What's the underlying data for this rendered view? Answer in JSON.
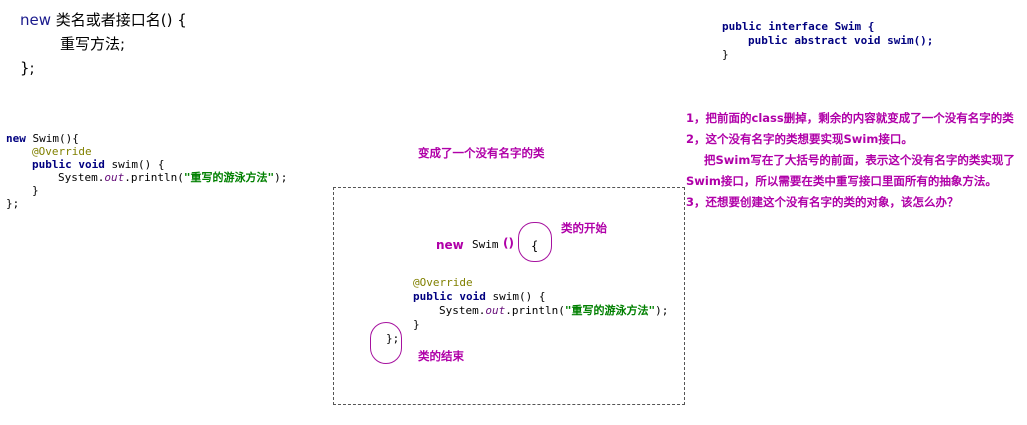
{
  "syntax": {
    "line1_kw": "new",
    "line1_rest": "类名或者接口名() {",
    "line2": "重写方法;",
    "line3": "};"
  },
  "interface_code": {
    "line1": "public interface Swim {",
    "line2": "public abstract void swim();",
    "line3": "}"
  },
  "left_code": {
    "line1_kw": "new",
    "line1_rest": " Swim(){",
    "line2": "@Override",
    "line3_kw1": "public",
    "line3_kw2": "void",
    "line3_rest": " swim() {",
    "line4_a": "System.",
    "line4_out": "out",
    "line4_b": ".println(",
    "line4_str": "\"重写的游泳方法\"",
    "line4_c": ");",
    "line5": "}",
    "line6": "};"
  },
  "labels": {
    "became_class": "变成了一个没有名字的类",
    "class_start": "类的开始",
    "class_end": "类的结束"
  },
  "box_code": {
    "new_kw": "new",
    "swim": "Swim",
    "parens": "()",
    "brace": "{",
    "override": "@Override",
    "public_kw": "public",
    "void_kw": "void",
    "method_rest": " swim() {",
    "print_a": "System.",
    "print_out": "out",
    "print_b": ".println(",
    "print_str": "\"重写的游泳方法\"",
    "print_c": ");",
    "close_inner": "}",
    "close_outer": "};"
  },
  "notes": [
    "1，把前面的class删掉，剩余的内容就变成了一个没有名字的类",
    "2，这个没有名字的类想要实现Swim接口。",
    "把Swim写在了大括号的前面，表示这个没有名字的类实现了",
    "Swim接口，所以需要在类中重写接口里面所有的抽象方法。",
    "3，还想要创建这个没有名字的类的对象，该怎么办？"
  ],
  "colors": {
    "annotation_purple": "#b000a8",
    "keyword_navy": "#000080",
    "string_green": "#008000"
  }
}
